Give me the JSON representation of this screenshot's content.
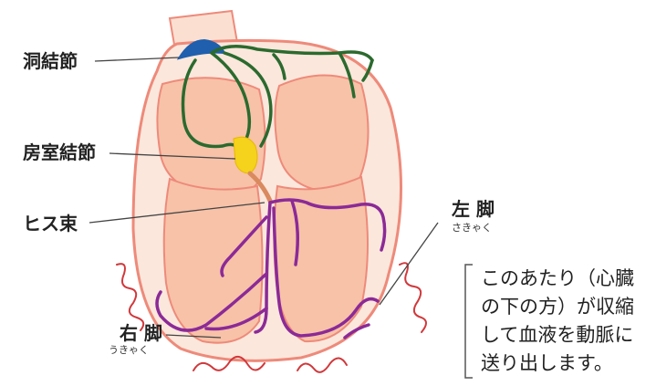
{
  "labels": {
    "sinus_node": "洞結節",
    "av_node": "房室結節",
    "his_bundle": "ヒス束",
    "left_leg": "左 脚",
    "left_leg_reading": "さきゃく",
    "right_leg": "右 脚",
    "right_leg_reading": "うきゃく"
  },
  "note": {
    "lines": [
      "このあたり（心臓",
      "の下の方）が収縮",
      "して血液を動脈に",
      "送り出します。"
    ]
  },
  "colors": {
    "heart_outer": "#fbe7dc",
    "heart_stroke": "#ee8a7a",
    "chamber_fill": "#f7c2a8",
    "sinus_node": "#1f5fae",
    "av_node": "#f5d21c",
    "conduction_upper": "#2b6a2e",
    "conduction_lower": "#8b2a97",
    "contraction_lines": "#d1383b"
  }
}
